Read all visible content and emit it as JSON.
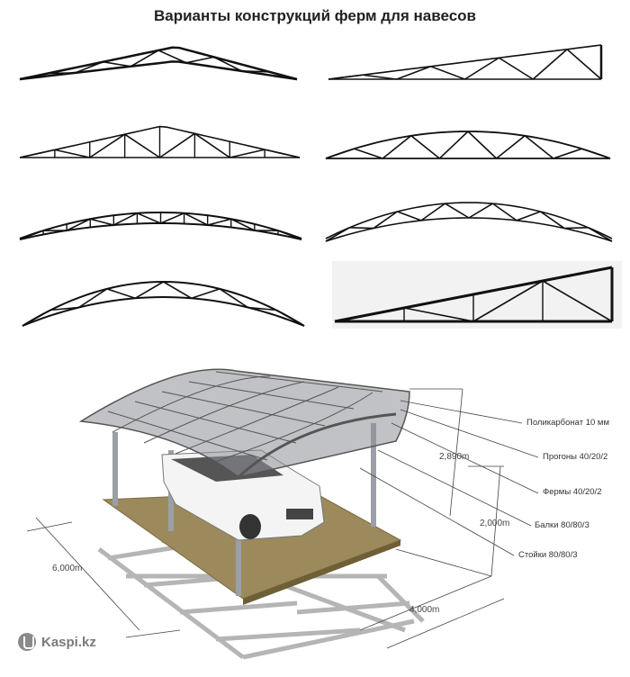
{
  "title": "Варианты конструкций ферм для навесов",
  "callouts": [
    "Поликарбонат 10 мм",
    "Прогоны 40/20/2",
    "Фермы 40/20/2",
    "Балки 80/80/3",
    "Стойки 80/80/3"
  ],
  "dimensions": {
    "height_total": "2,890m",
    "height_post": "2,000m",
    "length": "6,000m",
    "width": "4,000m"
  },
  "watermark": "Kaspi.kz",
  "colors": {
    "line": "#111111",
    "floor": "#9c8a5c",
    "shadow": "#b5b5b5",
    "roof": "#8d9096"
  }
}
